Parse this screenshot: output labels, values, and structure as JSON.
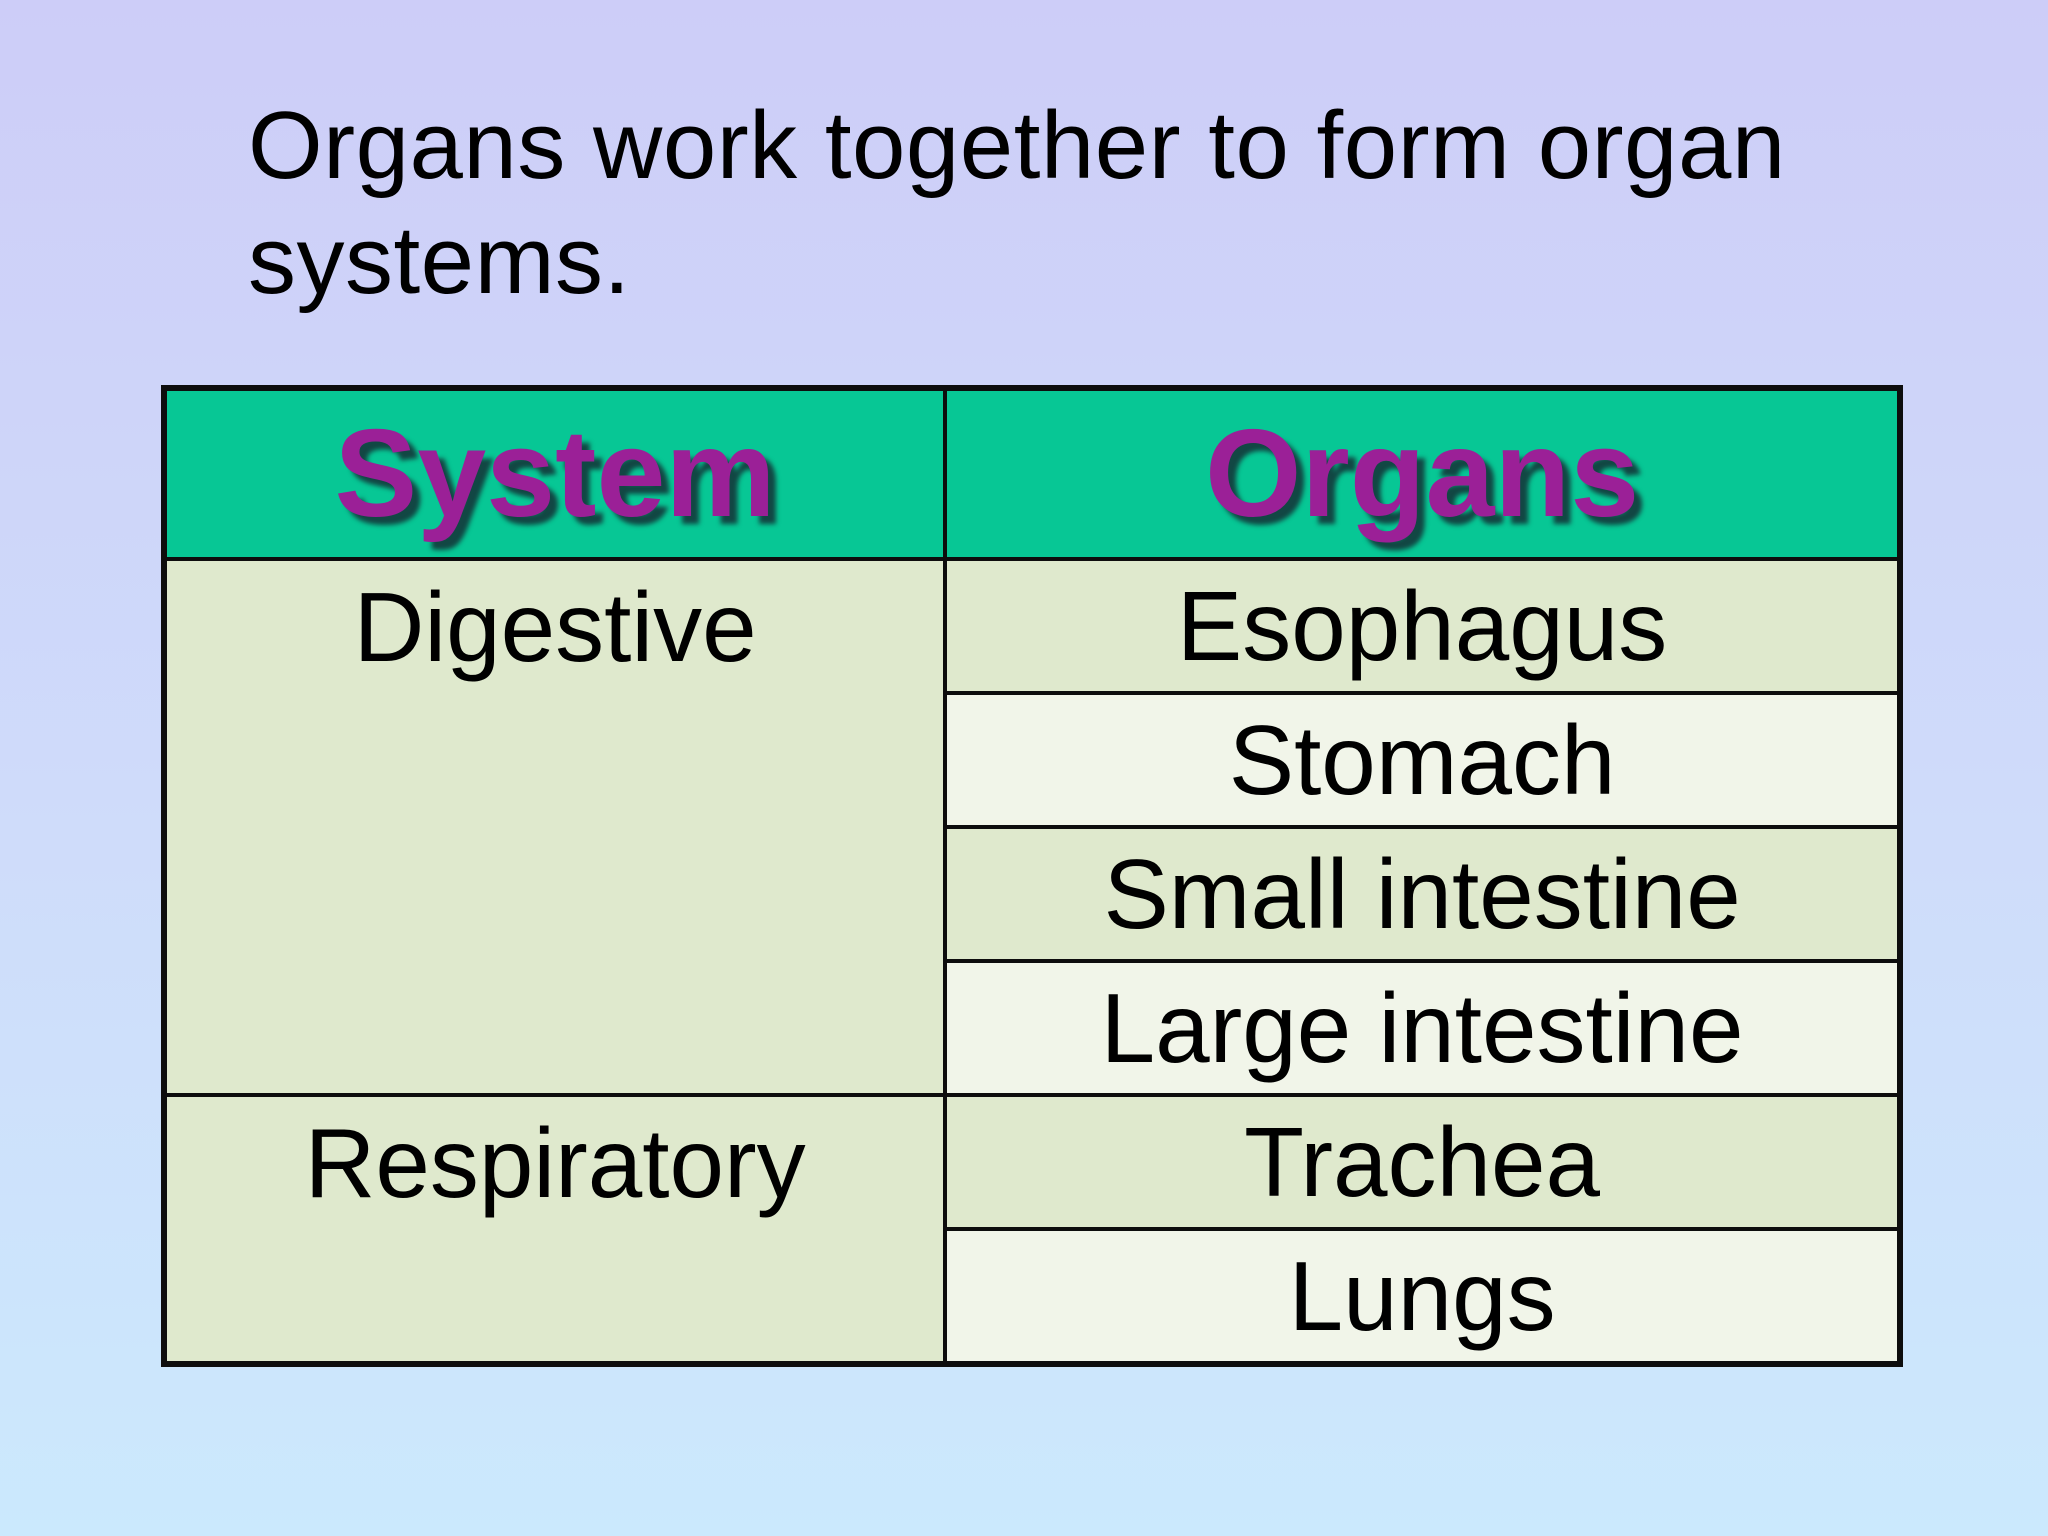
{
  "slide": {
    "title": "Organs work together to form organ systems."
  },
  "table": {
    "headers": [
      "System",
      "Organs"
    ],
    "groups": [
      {
        "system": "Digestive",
        "organs": [
          "Esophagus",
          "Stomach",
          "Small intestine",
          "Large intestine"
        ]
      },
      {
        "system": "Respiratory",
        "organs": [
          "Trachea",
          "Lungs"
        ]
      }
    ]
  },
  "theme": {
    "bg-top": "#cdcdf8",
    "bg-mid": "#cfdcfa",
    "bg-bottom": "#cbe9fd",
    "header-bg": "#07c795",
    "header-text": "#9b2097",
    "row-green": "#dfe9cd",
    "row-light": "#f1f5e9",
    "border-color": "#0d0d0d",
    "text-color": "#000000"
  }
}
